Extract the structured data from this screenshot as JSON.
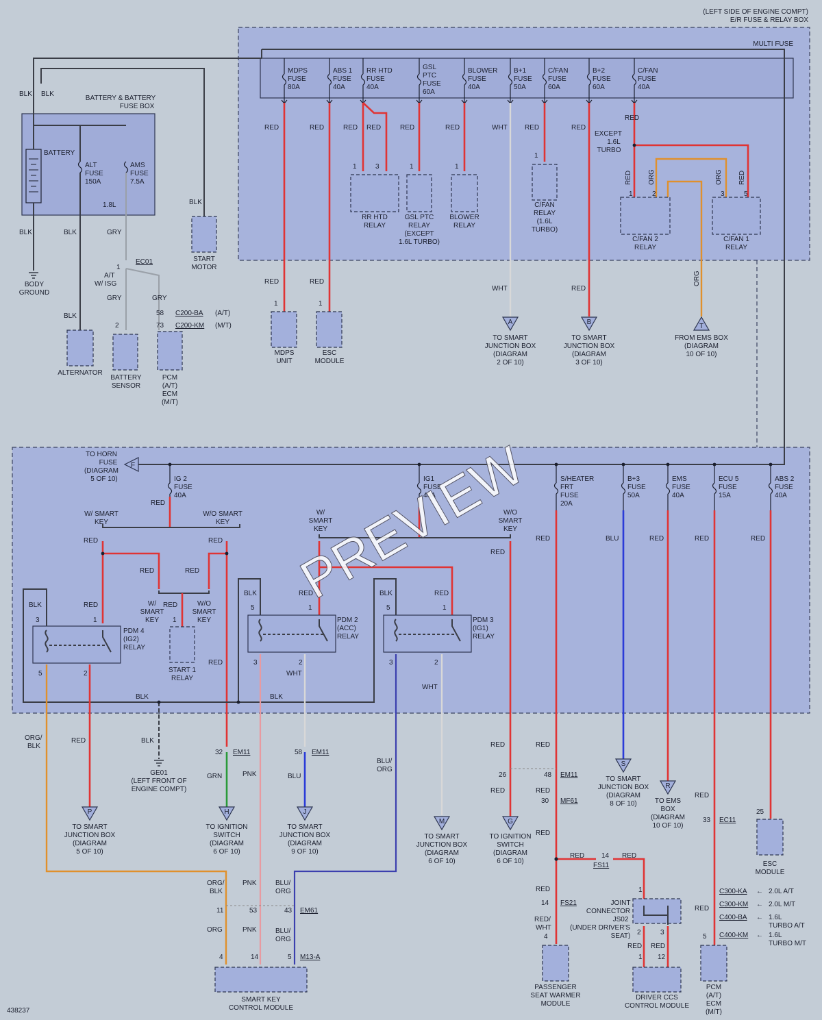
{
  "header": {
    "line1": "(LEFT SIDE OF ENGINE COMPT)",
    "line2": "E/R FUSE & RELAY BOX",
    "multi_fuse": "MULTI FUSE"
  },
  "footer_id": "438237",
  "watermark": "PREVIEW",
  "wire_colors": {
    "RED": "#e03434",
    "BLK": "#3a3d46",
    "WHT": "#d8d8d8",
    "GRY": "#9aa0a8",
    "ORG": "#e0902c",
    "BLU": "#2a3bd8",
    "GRN": "#2a9a3a",
    "PNK": "#e89aa0"
  },
  "labels": {
    "RED": "RED",
    "BLK": "BLK",
    "WHT": "WHT",
    "GRY": "GRY",
    "ORG": "ORG",
    "BLU": "BLU",
    "GRN": "GRN",
    "PNK": "PNK",
    "ORG_BLK": "ORG/",
    "ORG_BLK2": "BLK",
    "BLU_ORG": "BLU/",
    "BLU_ORG2": "ORG",
    "RED_WHT": "RED/",
    "RED_WHT2": "WHT"
  },
  "battery_box": {
    "title1": "BATTERY & BATTERY",
    "title2": "FUSE BOX",
    "battery": "BATTERY",
    "alt1": "ALT",
    "alt2": "FUSE",
    "alt3": "150A",
    "ams1": "AMS",
    "ams2": "FUSE",
    "ams3": "7.5A",
    "v18": "1.8L"
  },
  "body_ground": {
    "l1": "BODY",
    "l2": "GROUND"
  },
  "start_motor": {
    "l1": "START",
    "l2": "MOTOR"
  },
  "ec01": {
    "name": "EC01",
    "at1": "A/T",
    "at2": "W/ ISG",
    "p1": "1",
    "p2": "2"
  },
  "c200": {
    "p58": "58",
    "p73": "73",
    "ba": "C200-BA",
    "km": "C200-KM",
    "at": "(A/T)",
    "mt": "(M/T)"
  },
  "alternator": "ALTERNATOR",
  "battery_sensor": {
    "l1": "BATTERY",
    "l2": "SENSOR"
  },
  "pcm_top": {
    "l1": "PCM",
    "l2": "(A/T)",
    "l3": "ECM",
    "l4": "(M/T)"
  },
  "fuses": [
    {
      "n1": "MDPS",
      "n2": "FUSE",
      "a": "80A"
    },
    {
      "n1": "ABS 1",
      "n2": "FUSE",
      "a": "40A"
    },
    {
      "n1": "RR HTD",
      "n2": "FUSE",
      "a": "40A"
    },
    {
      "n1": "GSL",
      "n2": "PTC",
      "n3": "FUSE",
      "a": "60A"
    },
    {
      "n1": "BLOWER",
      "n2": "FUSE",
      "a": "40A"
    },
    {
      "n1": "B+1",
      "n2": "FUSE",
      "a": "50A"
    },
    {
      "n1": "C/FAN",
      "n2": "FUSE",
      "a": "60A"
    },
    {
      "n1": "B+2",
      "n2": "FUSE",
      "a": "60A"
    },
    {
      "n1": "C/FAN",
      "n2": "FUSE",
      "a": "40A"
    }
  ],
  "relays_top": {
    "rrhtd": {
      "l1": "RR HTD",
      "l2": "RELAY"
    },
    "gslptc": {
      "l1": "GSL PTC",
      "l2": "RELAY",
      "l3": "(EXCEPT",
      "l4": "1.6L TURBO)"
    },
    "blower": {
      "l1": "BLOWER",
      "l2": "RELAY"
    },
    "cfan": {
      "l1": "C/FAN",
      "l2": "RELAY",
      "l3": "(1.6L",
      "l4": "TURBO)"
    },
    "cfan2": {
      "l1": "C/FAN 2",
      "l2": "RELAY"
    },
    "cfan1": {
      "l1": "C/FAN 1",
      "l2": "RELAY"
    },
    "except": {
      "l1": "EXCEPT",
      "l2": "1.6L",
      "l3": "TURBO"
    }
  },
  "mdps_unit": {
    "l1": "MDPS",
    "l2": "UNIT"
  },
  "esc_module": {
    "l1": "ESC",
    "l2": "MODULE"
  },
  "to_sjb_a": {
    "l1": "TO SMART",
    "l2": "JUNCTION BOX",
    "l3": "(DIAGRAM",
    "l4": "2 OF 10)"
  },
  "to_sjb_b": {
    "l1": "TO SMART",
    "l2": "JUNCTION BOX",
    "l3": "(DIAGRAM",
    "l4": "3 OF 10)"
  },
  "from_ems": {
    "l1": "FROM EMS BOX",
    "l2": "(DIAGRAM",
    "l3": "10 OF 10)"
  },
  "to_horn": {
    "l1": "TO HORN",
    "l2": "FUSE",
    "l3": "(DIAGRAM",
    "l4": "5 OF 10)"
  },
  "fuses_lower": {
    "ig2": {
      "n1": "IG 2",
      "n2": "FUSE",
      "a": "40A"
    },
    "ig1": {
      "n1": "IG1",
      "n2": "FUSE",
      "a": "40A"
    },
    "sheater": {
      "n1": "S/HEATER",
      "n2": "FRT",
      "n3": "FUSE",
      "a": "20A"
    },
    "b3": {
      "n1": "B+3",
      "n2": "FUSE",
      "a": "50A"
    },
    "ems": {
      "n1": "EMS",
      "n2": "FUSE",
      "a": "40A"
    },
    "ecu5": {
      "n1": "ECU 5",
      "n2": "FUSE",
      "a": "15A"
    },
    "abs2": {
      "n1": "ABS 2",
      "n2": "FUSE",
      "a": "40A"
    }
  },
  "smartkey": {
    "w1": "W/ SMART",
    "w2": "KEY",
    "wo1": "W/O SMART",
    "wo2": "KEY",
    "w_a": "W/",
    "w_b": "SMART",
    "w_c": "KEY",
    "wo_a": "W/O",
    "wo_b": "SMART",
    "wo_c": "KEY"
  },
  "pdm4": {
    "l1": "PDM 4",
    "l2": "(IG2)",
    "l3": "RELAY"
  },
  "pdm2": {
    "l1": "PDM 2",
    "l2": "(ACC)",
    "l3": "RELAY"
  },
  "pdm3": {
    "l1": "PDM 3",
    "l2": "(IG1)",
    "l3": "RELAY"
  },
  "start1": {
    "l1": "START 1",
    "l2": "RELAY"
  },
  "ge01": {
    "l1": "GE01",
    "l2": "(LEFT FRONT OF",
    "l3": "ENGINE COMPT)"
  },
  "connectors": {
    "em11": "EM11",
    "em61": "EM61",
    "mf61": "MF61",
    "fs21": "FS21",
    "fs11": "FS11",
    "ec11": "EC11",
    "m13a": "M13-A"
  },
  "dest": {
    "p": {
      "l1": "TO SMART",
      "l2": "JUNCTION BOX",
      "l3": "(DIAGRAM",
      "l4": "5 OF 10)"
    },
    "h": {
      "l1": "TO IGNITION",
      "l2": "SWITCH",
      "l3": "(DIAGRAM",
      "l4": "6 OF 10)"
    },
    "j": {
      "l1": "TO SMART",
      "l2": "JUNCTION BOX",
      "l3": "(DIAGRAM",
      "l4": "9 OF 10)"
    },
    "m": {
      "l1": "TO SMART",
      "l2": "JUNCTION BOX",
      "l3": "(DIAGRAM",
      "l4": "6 OF 10)"
    },
    "g": {
      "l1": "TO IGNITION",
      "l2": "SWITCH",
      "l3": "(DIAGRAM",
      "l4": "6 OF 10)"
    },
    "s": {
      "l1": "TO SMART",
      "l2": "JUNCTION BOX",
      "l3": "(DIAGRAM",
      "l4": "8 OF 10)"
    },
    "r": {
      "l1": "TO EMS",
      "l2": "BOX",
      "l3": "(DIAGRAM",
      "l4": "10 OF 10)"
    }
  },
  "esc_bottom": {
    "l1": "ESC",
    "l2": "MODULE"
  },
  "smart_key_module": {
    "l1": "SMART KEY",
    "l2": "CONTROL MODULE"
  },
  "seat_warmer": {
    "l1": "PASSENGER",
    "l2": "SEAT WARMER",
    "l3": "MODULE"
  },
  "joint": {
    "l1": "JOINT",
    "l2": "CONNECTOR",
    "l3": "JS02",
    "l4": "(UNDER DRIVER'S",
    "l5": "SEAT)"
  },
  "driver_ccs": {
    "l1": "DRIVER CCS",
    "l2": "CONTROL MODULE"
  },
  "pcm_bottom": {
    "l1": "PCM",
    "l2": "(A/T)",
    "l3": "ECM",
    "l4": "(M/T)"
  },
  "variants": [
    {
      "code": "C300-KA",
      "desc": "2.0L A/T"
    },
    {
      "code": "C300-KM",
      "desc": "2.0L M/T"
    },
    {
      "code": "C400-BA",
      "desc": "1.6L",
      "desc2": "TURBO A/T"
    },
    {
      "code": "C400-KM",
      "desc": "1.6L",
      "desc2": "TURBO M/T"
    }
  ],
  "tri": {
    "a": "A",
    "b": "B",
    "t": "T",
    "f": "F",
    "p": "P",
    "h": "H",
    "j": "J",
    "m": "M",
    "g": "G",
    "s": "S",
    "r": "R"
  },
  "pins": {
    "n1": "1",
    "n2": "2",
    "n3": "3",
    "n4": "4",
    "n5": "5",
    "n11": "11",
    "n12": "12",
    "n14": "14",
    "n25": "25",
    "n26": "26",
    "n30": "30",
    "n32": "32",
    "n33": "33",
    "n43": "43",
    "n48": "48",
    "n53": "53",
    "n58": "58"
  }
}
